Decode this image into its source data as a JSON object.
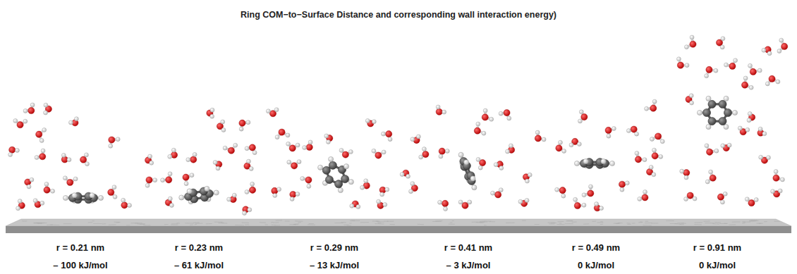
{
  "diagram": {
    "title": "Ring COM−to−Surface Distance and corresponding wall interaction energy)",
    "labels": [
      "r = 0.21 nm",
      "r = 0.23 nm",
      "r = 0.29 nm",
      "r = 0.41 nm",
      "r = 0.49 nm",
      "r = 0.91 nm",
      "– 100 kJ/mol",
      "– 61 kJ/mol",
      "– 13 kJ/mol",
      "– 3 kJ/mol",
      "0 kJ/mol",
      "0 kJ/mol"
    ]
  }
}
